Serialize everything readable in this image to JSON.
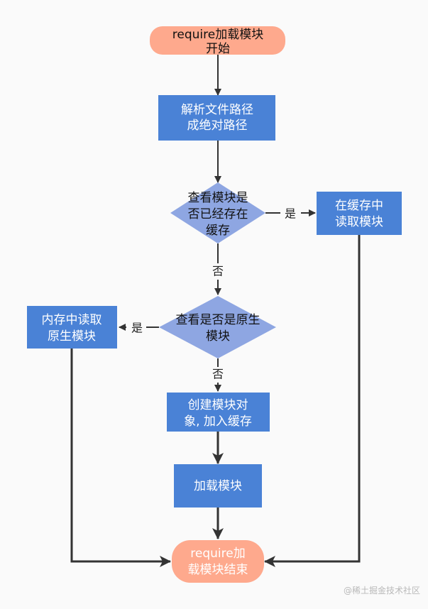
{
  "colors": {
    "terminal": "#fea98d",
    "process": "#4a82d6",
    "decision": "#8ea6e2",
    "edge": "#333333",
    "text_on_dark": "#ffffff",
    "text_on_light": "#111111"
  },
  "nodes": {
    "start": {
      "line1": "require加载模块",
      "line2": "开始"
    },
    "resolve": {
      "line1": "解析文件路径",
      "line2": "成绝对路径"
    },
    "check_cache": {
      "line1": "查看模块是",
      "line2": "否已经存在",
      "line3": "缓存"
    },
    "read_cache": {
      "line1": "在缓存中",
      "line2": "读取模块"
    },
    "check_native": {
      "line1": "查看是否是原生",
      "line2": "模块"
    },
    "read_native": {
      "line1": "内存中读取",
      "line2": "原生模块"
    },
    "create": {
      "line1": "创建模块对",
      "line2": "象, 加入缓存"
    },
    "load": {
      "line1": "加载模块"
    },
    "end": {
      "line1": "require加",
      "line2": "载模块结束"
    }
  },
  "edge_labels": {
    "cache_yes": "是",
    "cache_no": "否",
    "native_yes": "是",
    "native_no": "否"
  },
  "watermark": "@稀土掘金技术社区"
}
